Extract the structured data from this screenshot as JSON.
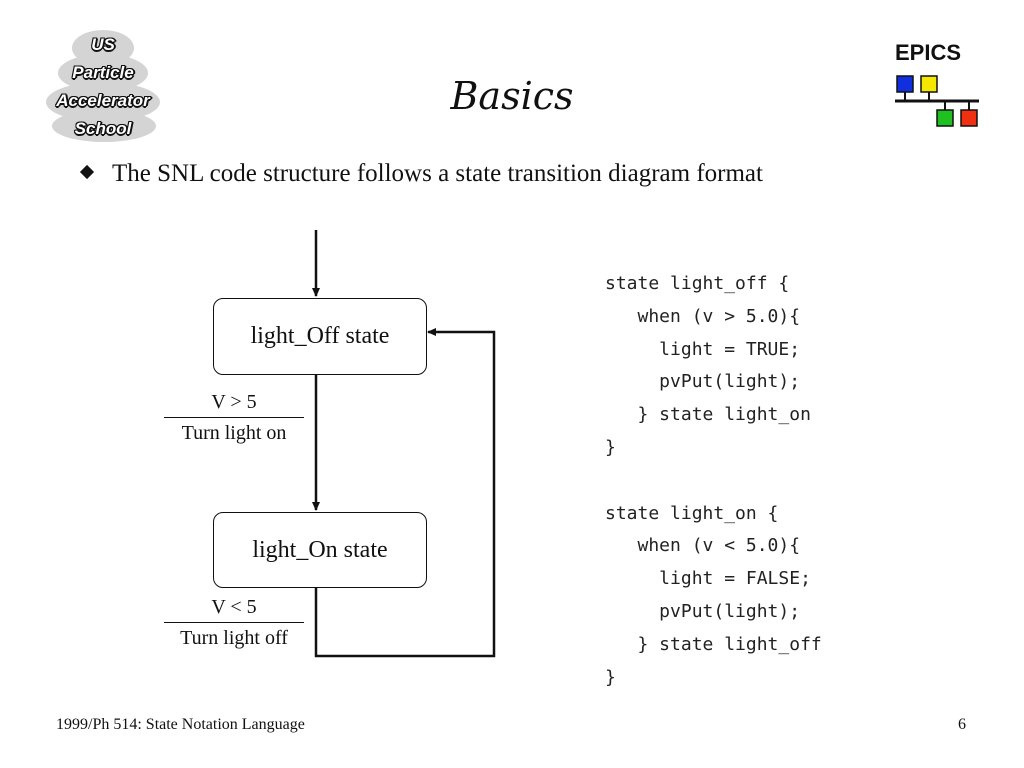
{
  "logo_left": {
    "lines": [
      "US",
      "Particle",
      "Accelerator",
      "School"
    ]
  },
  "logo_right": {
    "text": "EPICS",
    "colors": [
      "#1030e0",
      "#f5e800",
      "#20c020",
      "#f03010"
    ]
  },
  "title": "Basics",
  "bullet": "The SNL code structure follows a state transition diagram format",
  "diagram": {
    "states": {
      "off": "light_Off state",
      "on": "light_On state"
    },
    "transitions": [
      {
        "condition": "V > 5",
        "action": "Turn light on"
      },
      {
        "condition": "V < 5",
        "action": "Turn light off"
      }
    ]
  },
  "code_lines": [
    "state light_off {",
    "   when (v > 5.0){",
    "     light = TRUE;",
    "     pvPut(light);",
    "   } state light_on",
    "}",
    "",
    "state light_on {",
    "   when (v < 5.0){",
    "     light = FALSE;",
    "     pvPut(light);",
    "   } state light_off",
    "}"
  ],
  "footer": {
    "left": "1999/Ph 514: State Notation Language",
    "page": "6"
  }
}
